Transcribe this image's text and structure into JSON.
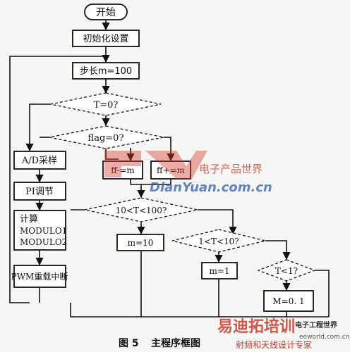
{
  "nodes": {
    "start": "开始",
    "init": "初始化设置",
    "step": "步长m=100",
    "cond_t0": "T=0?",
    "cond_flag": "flag=0?",
    "ad": "A/D采样",
    "pi": "PI调节",
    "calc_title": "计算",
    "calc_line1": "MODULO1",
    "calc_line2": "MODULO2",
    "pwm": "PWM重载中断",
    "ff_minus": "ff-=m",
    "ff_plus": "ff+=m",
    "cond_range1": "10<T<100?",
    "m10": "m=10",
    "cond_range2": "1<T<10?",
    "m1": "m=1",
    "cond_lt1": "T<1?",
    "m01": "M=0. 1"
  },
  "caption": {
    "label": "图 5",
    "title": "主程序框图"
  },
  "watermarks": {
    "site_cn": "电子产品世界",
    "site_url": "DianYuan.com.cn",
    "bottom_cn": "易迪拓培训",
    "bottom_sub": "射频和天线设计专家",
    "bottom_url": "eeworld.com.cn",
    "bottom_logo": "电子工程世界"
  },
  "colors": {
    "watermark_red": "#d23a2a",
    "watermark_blue": "#3a63b0",
    "line": "#111111"
  }
}
